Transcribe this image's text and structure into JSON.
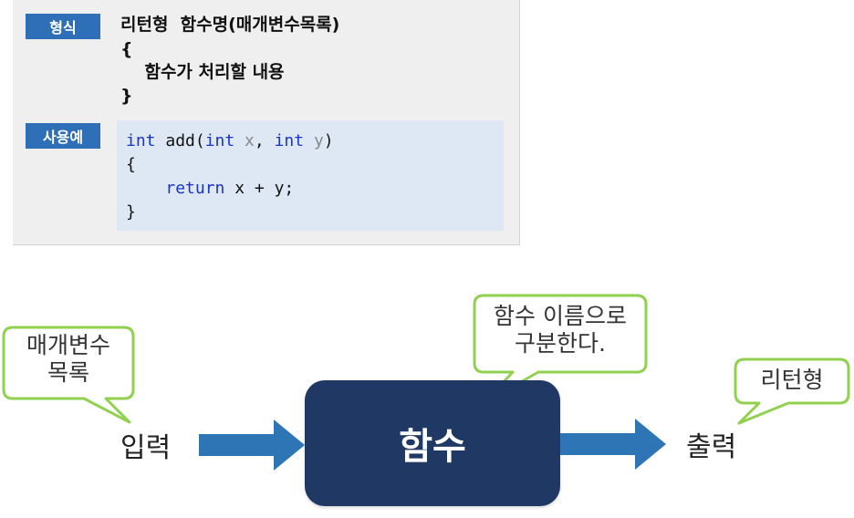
{
  "panel": {
    "format_tag": "형식",
    "example_tag": "사용예",
    "format_lines": [
      "리턴형  함수명(매개변수목록)",
      "{",
      "    함수가 처리할 내용",
      "}"
    ],
    "code": {
      "line1_kw1": "int",
      "line1_fn": " add(",
      "line1_kw2": "int",
      "line1_p1": " x",
      "line1_comma": ", ",
      "line1_kw3": "int",
      "line1_p2": " y",
      "line1_close": ")",
      "line2": "{",
      "line3_indent": "    ",
      "line3_kw": "return",
      "line3_rest": " x + y;",
      "line4": "}"
    }
  },
  "diagram": {
    "input_label": "입력",
    "function_label": "함수",
    "output_label": "출력",
    "callout_params": [
      "매개변수",
      "목록"
    ],
    "callout_name": [
      "함수 이름으로",
      "구분한다."
    ],
    "callout_return": "리턴형"
  },
  "colors": {
    "tag_blue": "#2e6fb7",
    "function_box": "#1f3864",
    "arrow_blue": "#2e75b6",
    "callout_border": "#92d050",
    "code_bg": "#dde8f4",
    "keyword": "#1a33c9"
  }
}
